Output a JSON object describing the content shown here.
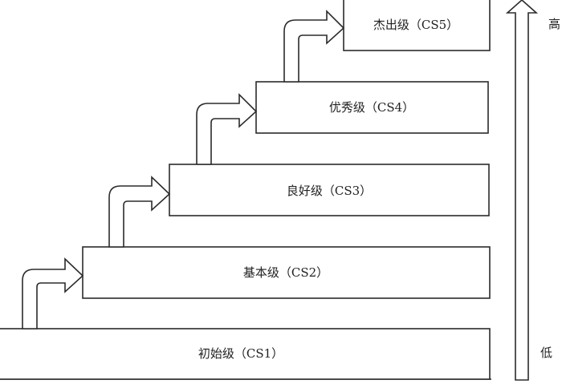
{
  "diagram": {
    "levels": [
      {
        "label": "初始级（CS1）"
      },
      {
        "label": "基本级（CS2）"
      },
      {
        "label": "良好级（CS3）"
      },
      {
        "label": "优秀级（CS4）"
      },
      {
        "label": "杰出级（CS5）"
      }
    ],
    "scale": {
      "high_label": "高",
      "low_label": "低"
    }
  }
}
